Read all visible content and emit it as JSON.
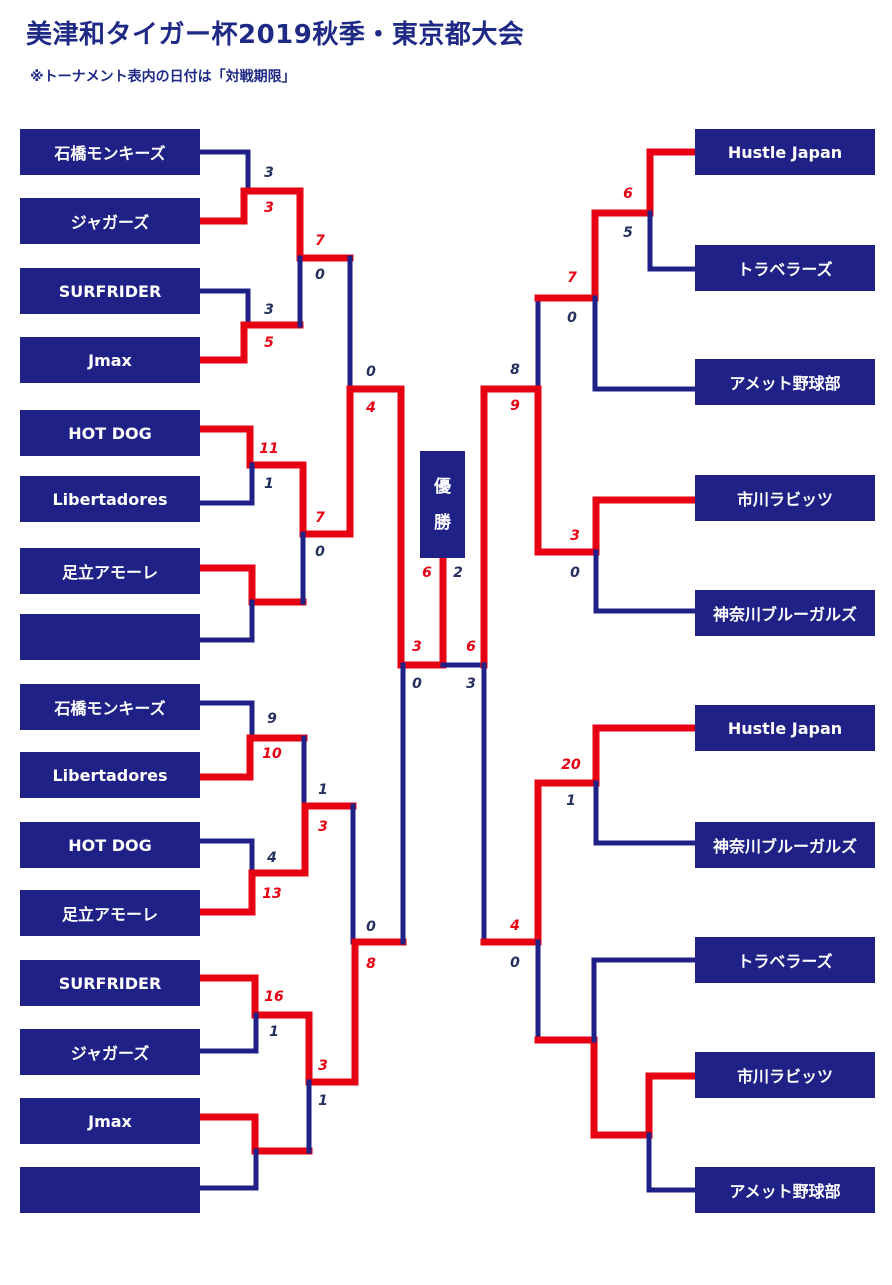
{
  "header": {
    "title": "美津和タイガー杯2019秋季・東京都大会",
    "subtitle": "※トーナメント表内の日付は「対戦期限」"
  },
  "colors": {
    "box": "#1f2187",
    "win_line": "#e60012",
    "lose_line": "#1f2187",
    "win_score": "#e60012",
    "lose_score": "#24305e"
  },
  "champion": {
    "char1": "優",
    "char2": "勝"
  },
  "left_teams": [
    "石橋モンキーズ",
    "ジャガーズ",
    "SURFRIDER",
    "Jmax",
    "HOT DOG",
    "Libertadores",
    "足立アモーレ",
    "",
    "石橋モンキーズ",
    "Libertadores",
    "HOT DOG",
    "足立アモーレ",
    "SURFRIDER",
    "ジャガーズ",
    "Jmax",
    ""
  ],
  "right_teams": [
    "Hustle Japan",
    "トラベラーズ",
    "アメット野球部",
    "市川ラビッツ",
    "神奈川ブルーガルズ",
    "Hustle Japan",
    "神奈川ブルーガルズ",
    "トラベラーズ",
    "市川ラビッツ",
    "アメット野球部"
  ],
  "scores": [
    {
      "id": "l-r1-m1-top",
      "value": "3",
      "result": "lose"
    },
    {
      "id": "l-r1-m1-bot",
      "value": "3",
      "result": "win"
    },
    {
      "id": "l-r1-m2-top",
      "value": "3",
      "result": "lose"
    },
    {
      "id": "l-r1-m2-bot",
      "value": "5",
      "result": "win"
    },
    {
      "id": "l-r2-m1-top",
      "value": "7",
      "result": "win"
    },
    {
      "id": "l-r2-m1-bot",
      "value": "0",
      "result": "lose"
    },
    {
      "id": "l-r1-m3-top",
      "value": "11",
      "result": "win"
    },
    {
      "id": "l-r1-m3-bot",
      "value": "1",
      "result": "lose"
    },
    {
      "id": "l-r2-m2-top",
      "value": "7",
      "result": "win"
    },
    {
      "id": "l-r2-m2-bot",
      "value": "0",
      "result": "lose"
    },
    {
      "id": "l-r3-m1-top",
      "value": "0",
      "result": "lose"
    },
    {
      "id": "l-r3-m1-bot",
      "value": "4",
      "result": "win"
    },
    {
      "id": "l-r1-m5-top",
      "value": "9",
      "result": "lose"
    },
    {
      "id": "l-r1-m5-bot",
      "value": "10",
      "result": "win"
    },
    {
      "id": "l-r2-m3-top",
      "value": "1",
      "result": "lose"
    },
    {
      "id": "l-r2-m3-bot",
      "value": "3",
      "result": "win"
    },
    {
      "id": "l-r1-m6-top",
      "value": "4",
      "result": "lose"
    },
    {
      "id": "l-r1-m6-bot",
      "value": "13",
      "result": "win"
    },
    {
      "id": "l-r3-m2-top",
      "value": "0",
      "result": "lose"
    },
    {
      "id": "l-r3-m2-bot",
      "value": "8",
      "result": "win"
    },
    {
      "id": "l-r1-m7-top",
      "value": "16",
      "result": "win"
    },
    {
      "id": "l-r1-m7-bot",
      "value": "1",
      "result": "lose"
    },
    {
      "id": "l-r2-m4-top",
      "value": "3",
      "result": "win"
    },
    {
      "id": "l-r2-m4-bot",
      "value": "1",
      "result": "lose"
    },
    {
      "id": "l-sf-top",
      "value": "3",
      "result": "win"
    },
    {
      "id": "l-sf-bot",
      "value": "0",
      "result": "lose"
    },
    {
      "id": "final-left",
      "value": "6",
      "result": "win"
    },
    {
      "id": "final-right",
      "value": "2",
      "result": "lose"
    },
    {
      "id": "r-sf-top",
      "value": "6",
      "result": "win"
    },
    {
      "id": "r-sf-bot",
      "value": "3",
      "result": "lose"
    },
    {
      "id": "r-r3-m1-top",
      "value": "8",
      "result": "lose"
    },
    {
      "id": "r-r3-m1-bot",
      "value": "9",
      "result": "win"
    },
    {
      "id": "r-r2-m1-top",
      "value": "7",
      "result": "win"
    },
    {
      "id": "r-r2-m1-bot",
      "value": "0",
      "result": "lose"
    },
    {
      "id": "r-r1-m1-top",
      "value": "6",
      "result": "win"
    },
    {
      "id": "r-r1-m1-bot",
      "value": "5",
      "result": "lose"
    },
    {
      "id": "r-r2-m2-top",
      "value": "3",
      "result": "win"
    },
    {
      "id": "r-r2-m2-bot",
      "value": "0",
      "result": "lose"
    },
    {
      "id": "r-r3-m2-top",
      "value": "4",
      "result": "win"
    },
    {
      "id": "r-r3-m2-bot",
      "value": "0",
      "result": "lose"
    },
    {
      "id": "r-r2-m3-top",
      "value": "20",
      "result": "win"
    },
    {
      "id": "r-r2-m3-bot",
      "value": "1",
      "result": "lose"
    }
  ]
}
